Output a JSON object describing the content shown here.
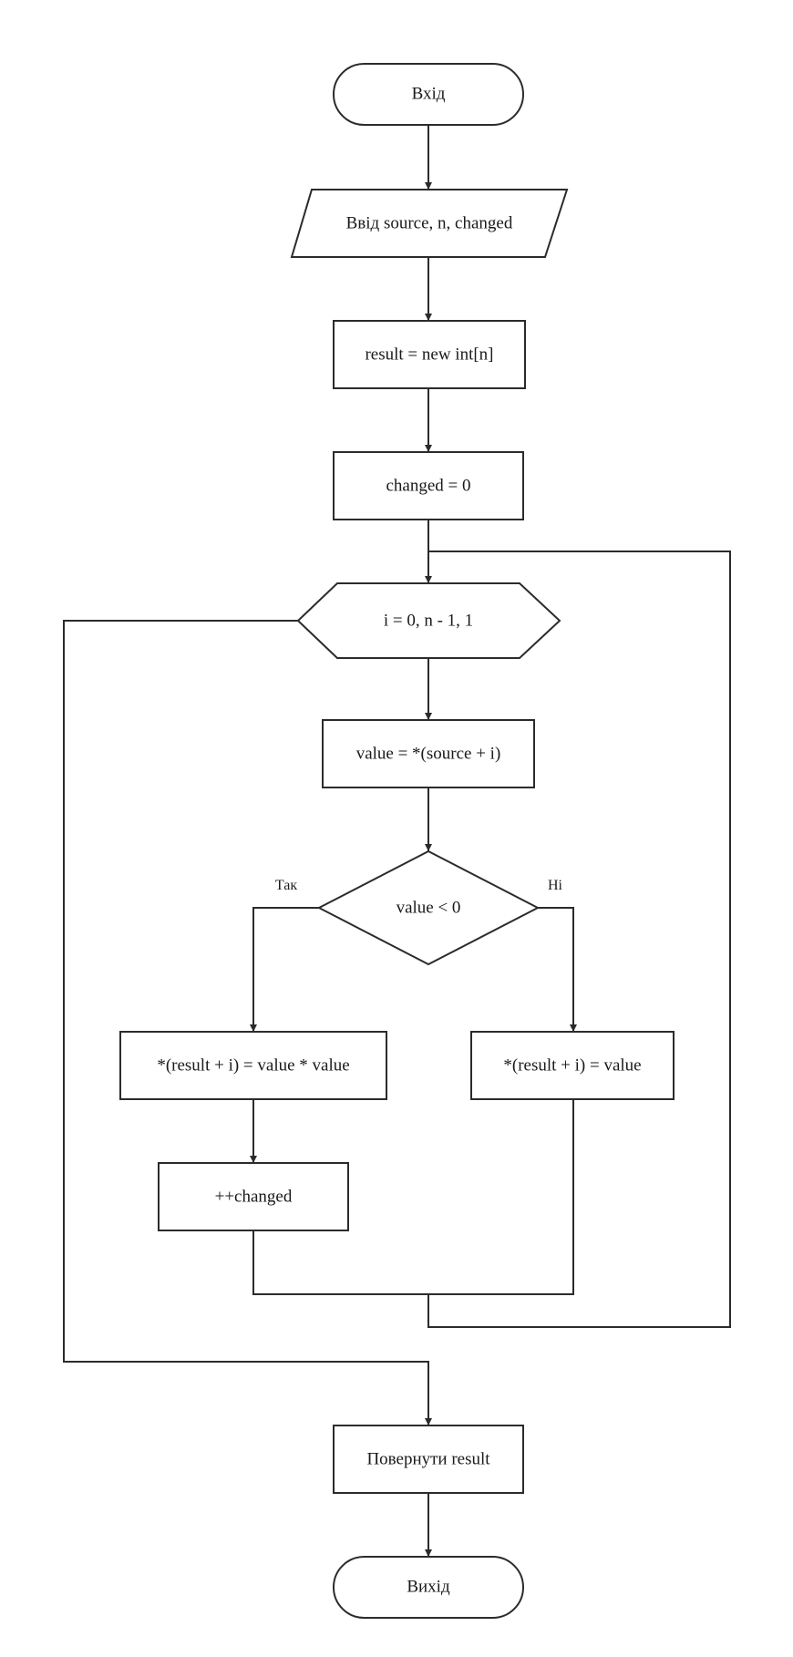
{
  "diagram": {
    "nodes": {
      "start": "Вхід",
      "input": "Ввід source, n, changed",
      "alloc": "result = new int[n]",
      "init": "changed = 0",
      "loop": "i = 0, n - 1, 1",
      "read": "value = *(source + i)",
      "cond": "value < 0",
      "square": "*(result + i) = value * value",
      "incr": "++changed",
      "copy": "*(result + i) = value",
      "ret": "Повернути result",
      "end": "Вихід"
    },
    "branches": {
      "yes": "Так",
      "no": "Ні"
    }
  }
}
